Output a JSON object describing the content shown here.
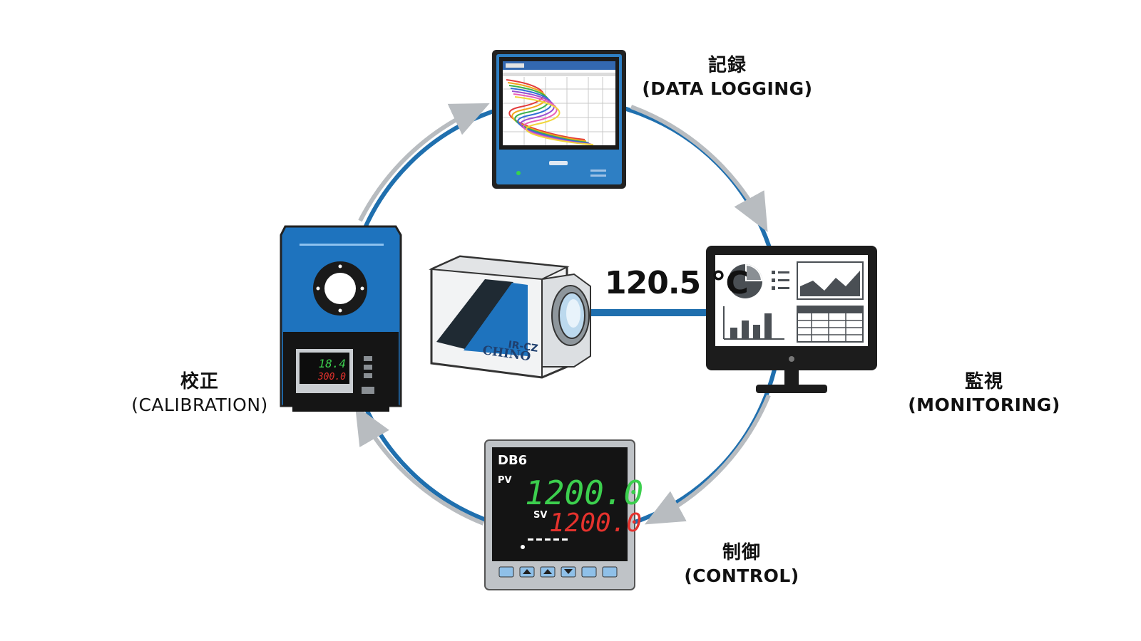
{
  "readout": {
    "temperature": "120.5 °C"
  },
  "nodes": {
    "logging": {
      "jp": "記録",
      "en": "(DATA LOGGING)"
    },
    "monitoring": {
      "jp": "監視",
      "en": "(MONITORING)"
    },
    "control": {
      "jp": "制御",
      "en": "(CONTROL)"
    },
    "calibration": {
      "jp": "校正",
      "en": "(CALIBRATION)"
    }
  },
  "camera": {
    "model": "IR-CZ",
    "brand": "CHINO"
  },
  "controller": {
    "model": "DB6",
    "pv_label": "PV",
    "pv_value": "1200.0",
    "sv_label": "SV",
    "sv_value": "1200.0"
  },
  "calibrator": {
    "value_top": "18.4",
    "value_bottom": "300.0"
  },
  "colors": {
    "ring": "#1f6fae",
    "arrow": "#b8bcc0",
    "device_blue": "#1e73be",
    "pv_green": "#3ccf4e",
    "sv_red": "#e5322d"
  }
}
